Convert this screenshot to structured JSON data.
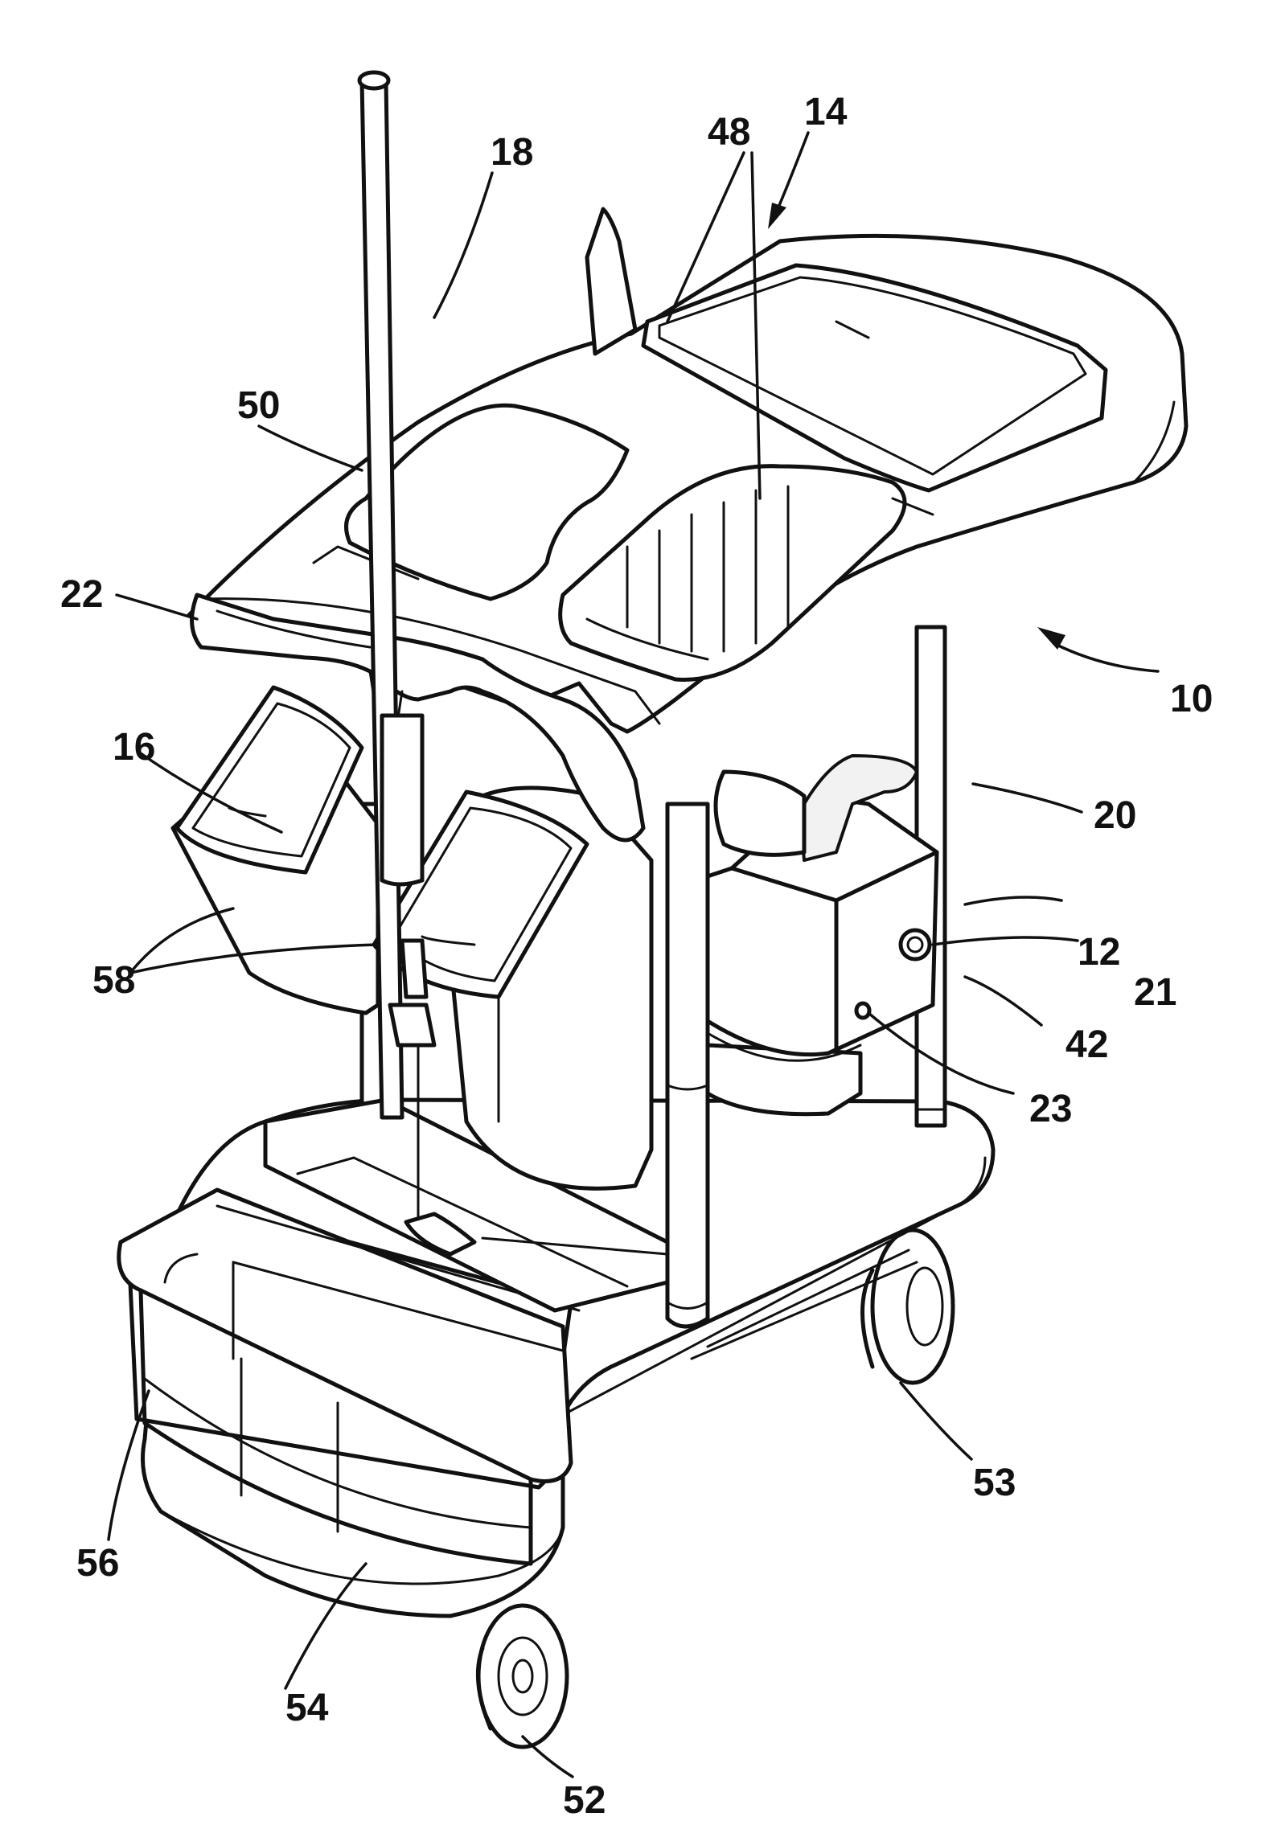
{
  "labels": {
    "cart_assembly": "10",
    "dispenser_housing": "12",
    "top_tray": "14",
    "hanging_bin_support": "16",
    "mop": "18",
    "dispenser_handle": "20",
    "dispenser_button": "21",
    "handle": "22",
    "dispenser_outlet": "23",
    "dispenser_base": "42",
    "bucket_openings": "48",
    "top_rim": "50",
    "front_wheel": "52",
    "rear_wheel": "53",
    "front_bin": "54",
    "front_bin_interior": "56",
    "hanging_bins": "58"
  }
}
